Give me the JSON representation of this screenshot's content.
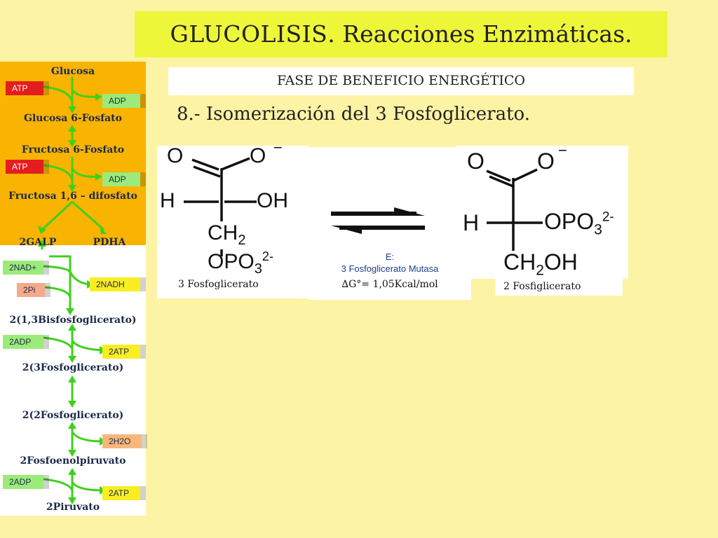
{
  "title": {
    "main": "GLUCOLISIS",
    "sub": ". Reacciones Enzimáticas."
  },
  "phase": "FASE DE BENEFICIO ENERGÉTICO",
  "step": "8.- Isomerización del 3 Fosfoglicerato.",
  "pathway": {
    "metabolites": [
      "Glucosa",
      "Glucosa 6-Fosfato",
      "Fructosa 6-Fosfato",
      "Fructosa 1,6 – difosfato",
      "2GALP",
      "PDHA",
      "2(1,3Bisfosfoglicerato)",
      "2(3Fosfoglicerato)",
      "2(2Fosfoglicerato)",
      "2Fosfoenolpiruvato",
      "2Piruvato"
    ],
    "cofactors": [
      "ATP",
      "ADP",
      "ATP",
      "ADP",
      "2NAD+",
      "2Pi",
      "2NADH",
      "2ADP",
      "2ATP",
      "2H2O",
      "2ADP",
      "2ATP"
    ],
    "colors": {
      "top_panel": "#f9b301",
      "arrow": "#3ed11c",
      "red_tag": "#e41e1e",
      "green_tag": "#9ceb7a",
      "yellow_tag": "#f9ee21"
    }
  },
  "reaction": {
    "substrate": {
      "o_left": "O",
      "o_right": "O",
      "charge": "−",
      "h": "H",
      "oh": "OH",
      "ch2": "CH",
      "ch2_sub": "2",
      "opo3": "OPO",
      "opo3_sub": "3",
      "opo3_sup": "2-",
      "name": "3 Fosfoglicerato"
    },
    "enzyme": {
      "label": "E:",
      "name": "3 Fosfoglicerato Mutasa",
      "dg": "∆G°= 1,05Kcal/mol"
    },
    "product": {
      "o_left": "O",
      "o_right": "O",
      "charge": "−",
      "h": "H",
      "opo3": "OPO",
      "opo3_sub": "3",
      "opo3_sup": "2-",
      "ch2oh_a": "CH",
      "ch2oh_sub": "2",
      "ch2oh_b": "OH",
      "name": "2 Fosfiglicerato"
    }
  }
}
